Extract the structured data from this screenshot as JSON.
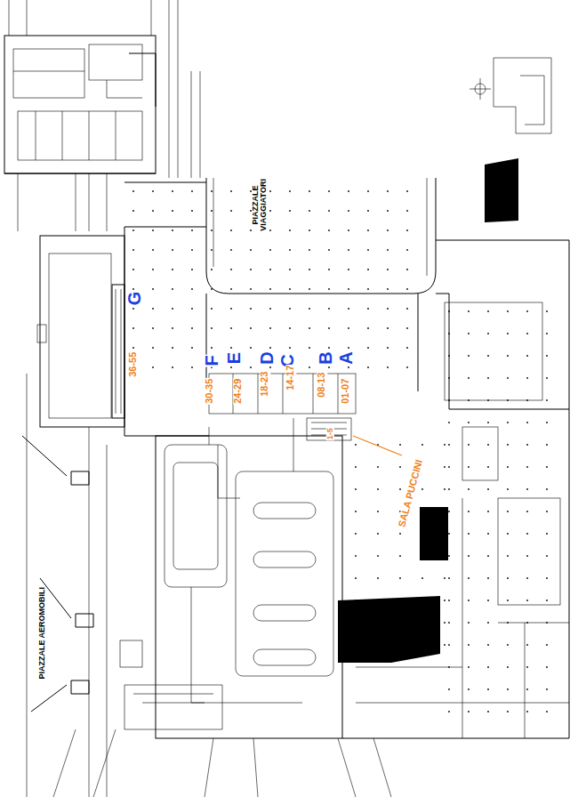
{
  "diagram": {
    "labels": [
      "PIAZZALE VIAGGIATORI",
      "G",
      "36-55",
      "F",
      "30-35",
      "E",
      "24-29",
      "D",
      "18-23",
      "C",
      "14-17",
      "B",
      "08-13",
      "A",
      "01-07",
      "1-5",
      "SALA PUCCINI",
      "PIAZZALE AEROMOBILI"
    ]
  }
}
